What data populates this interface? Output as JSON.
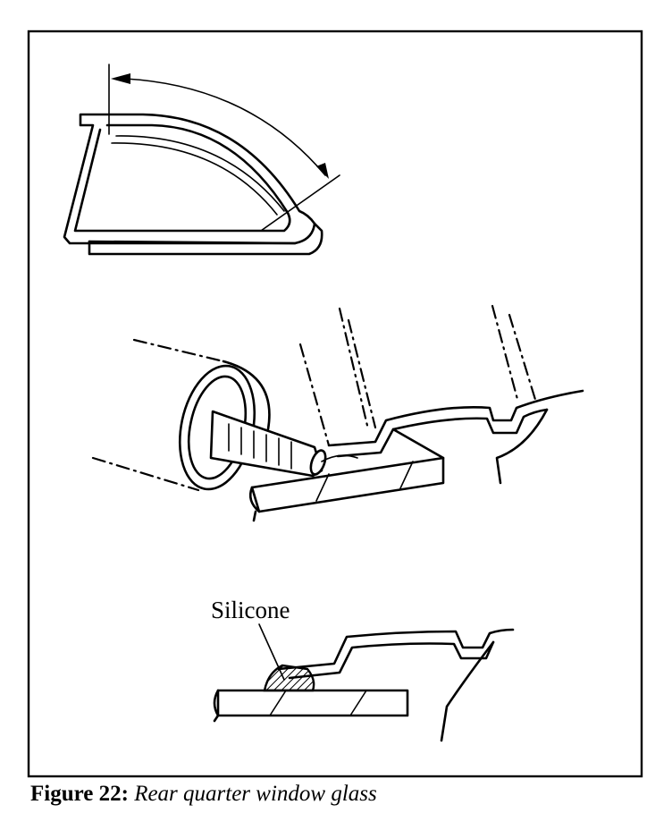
{
  "callouts": {
    "silicone": "Silicone"
  },
  "caption": {
    "number": "Figure 22:",
    "title": "Rear quarter window glass"
  }
}
